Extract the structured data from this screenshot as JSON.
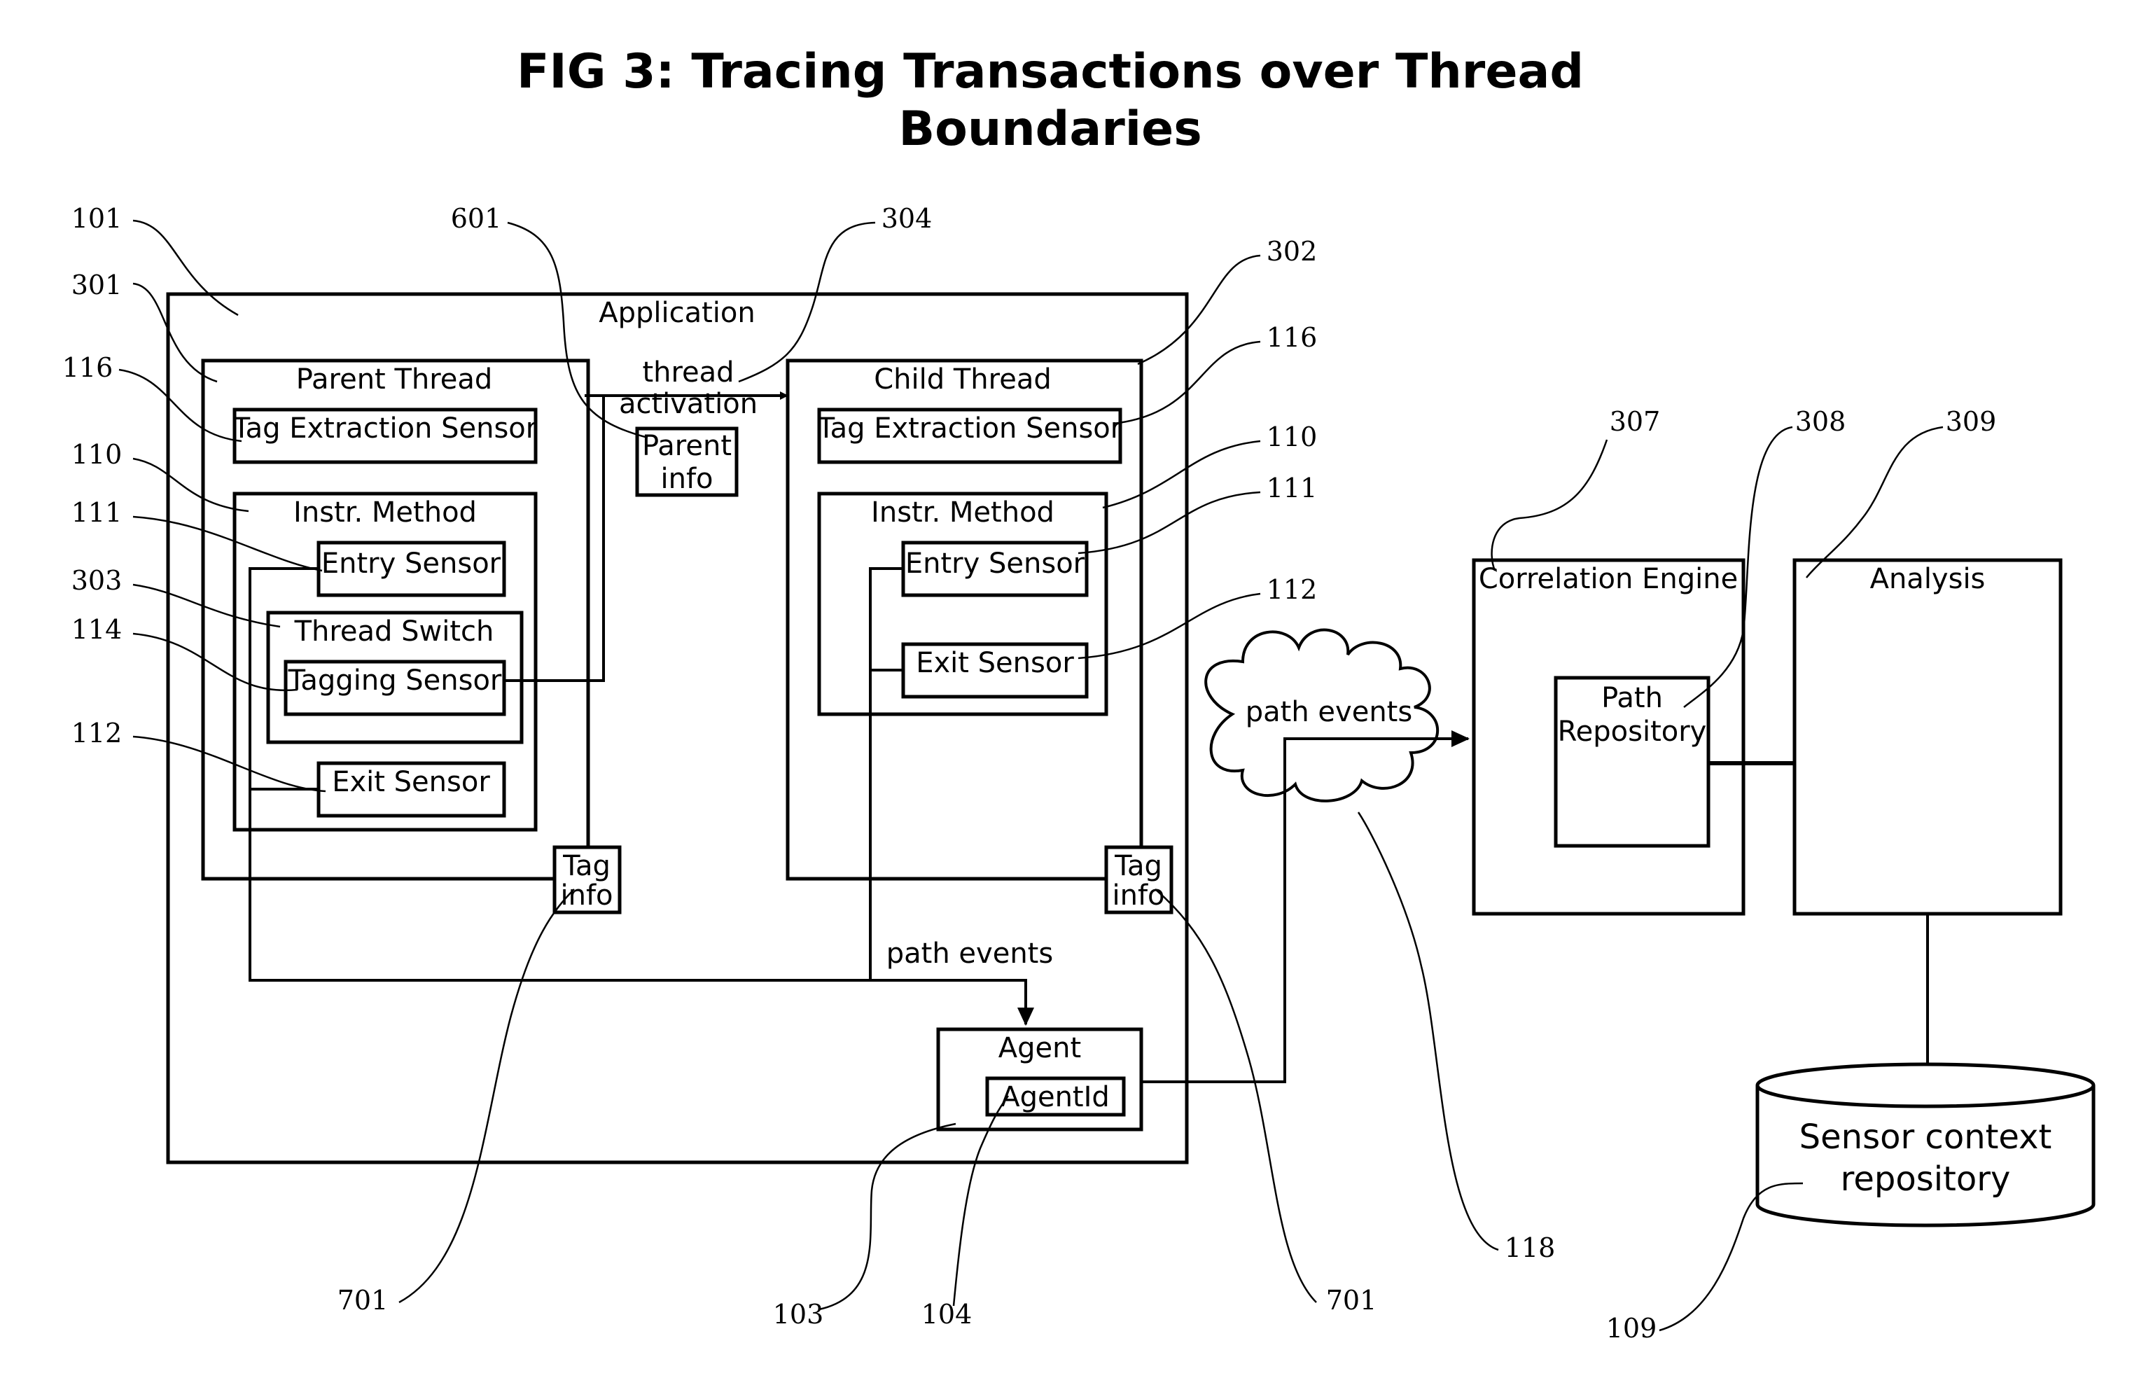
{
  "title": {
    "line1": "FIG 3: Tracing Transactions over Thread",
    "line2": "Boundaries"
  },
  "application": {
    "label": "Application"
  },
  "parent_thread": {
    "label": "Parent Thread",
    "tag_extraction_sensor": "Tag Extraction Sensor",
    "instr_method": "Instr. Method",
    "entry_sensor": "Entry Sensor",
    "thread_switch": "Thread Switch",
    "tagging_sensor": "Tagging Sensor",
    "exit_sensor": "Exit Sensor",
    "tag_info": {
      "line1": "Tag",
      "line2": "info"
    }
  },
  "thread_activation": {
    "line1": "thread",
    "line2": "activation"
  },
  "parent_info": {
    "line1": "Parent",
    "line2": "info"
  },
  "child_thread": {
    "label": "Child Thread",
    "tag_extraction_sensor": "Tag Extraction Sensor",
    "instr_method": "Instr. Method",
    "entry_sensor": "Entry Sensor",
    "exit_sensor": "Exit Sensor",
    "tag_info": {
      "line1": "Tag",
      "line2": "info"
    }
  },
  "path_events_internal": "path events",
  "agent": {
    "label": "Agent",
    "agent_id": "AgentId"
  },
  "cloud": {
    "label": "path events"
  },
  "correlation_engine": {
    "label": "Correlation Engine",
    "path_repository": {
      "line1": "Path",
      "line2": "Repository"
    }
  },
  "analysis": {
    "label": "Analysis"
  },
  "sensor_context_repository": {
    "line1": "Sensor context",
    "line2": "repository"
  },
  "refs": {
    "r101": "101",
    "r301": "301",
    "r116_left": "116",
    "r110_left": "110",
    "r111_left": "111",
    "r303": "303",
    "r114": "114",
    "r112_left": "112",
    "r601": "601",
    "r304": "304",
    "r302": "302",
    "r116_right": "116",
    "r110_right": "110",
    "r111_right": "111",
    "r112_right": "112",
    "r307": "307",
    "r308": "308",
    "r309": "309",
    "r701_left": "701",
    "r103": "103",
    "r104": "104",
    "r701_right": "701",
    "r118": "118",
    "r109": "109"
  }
}
